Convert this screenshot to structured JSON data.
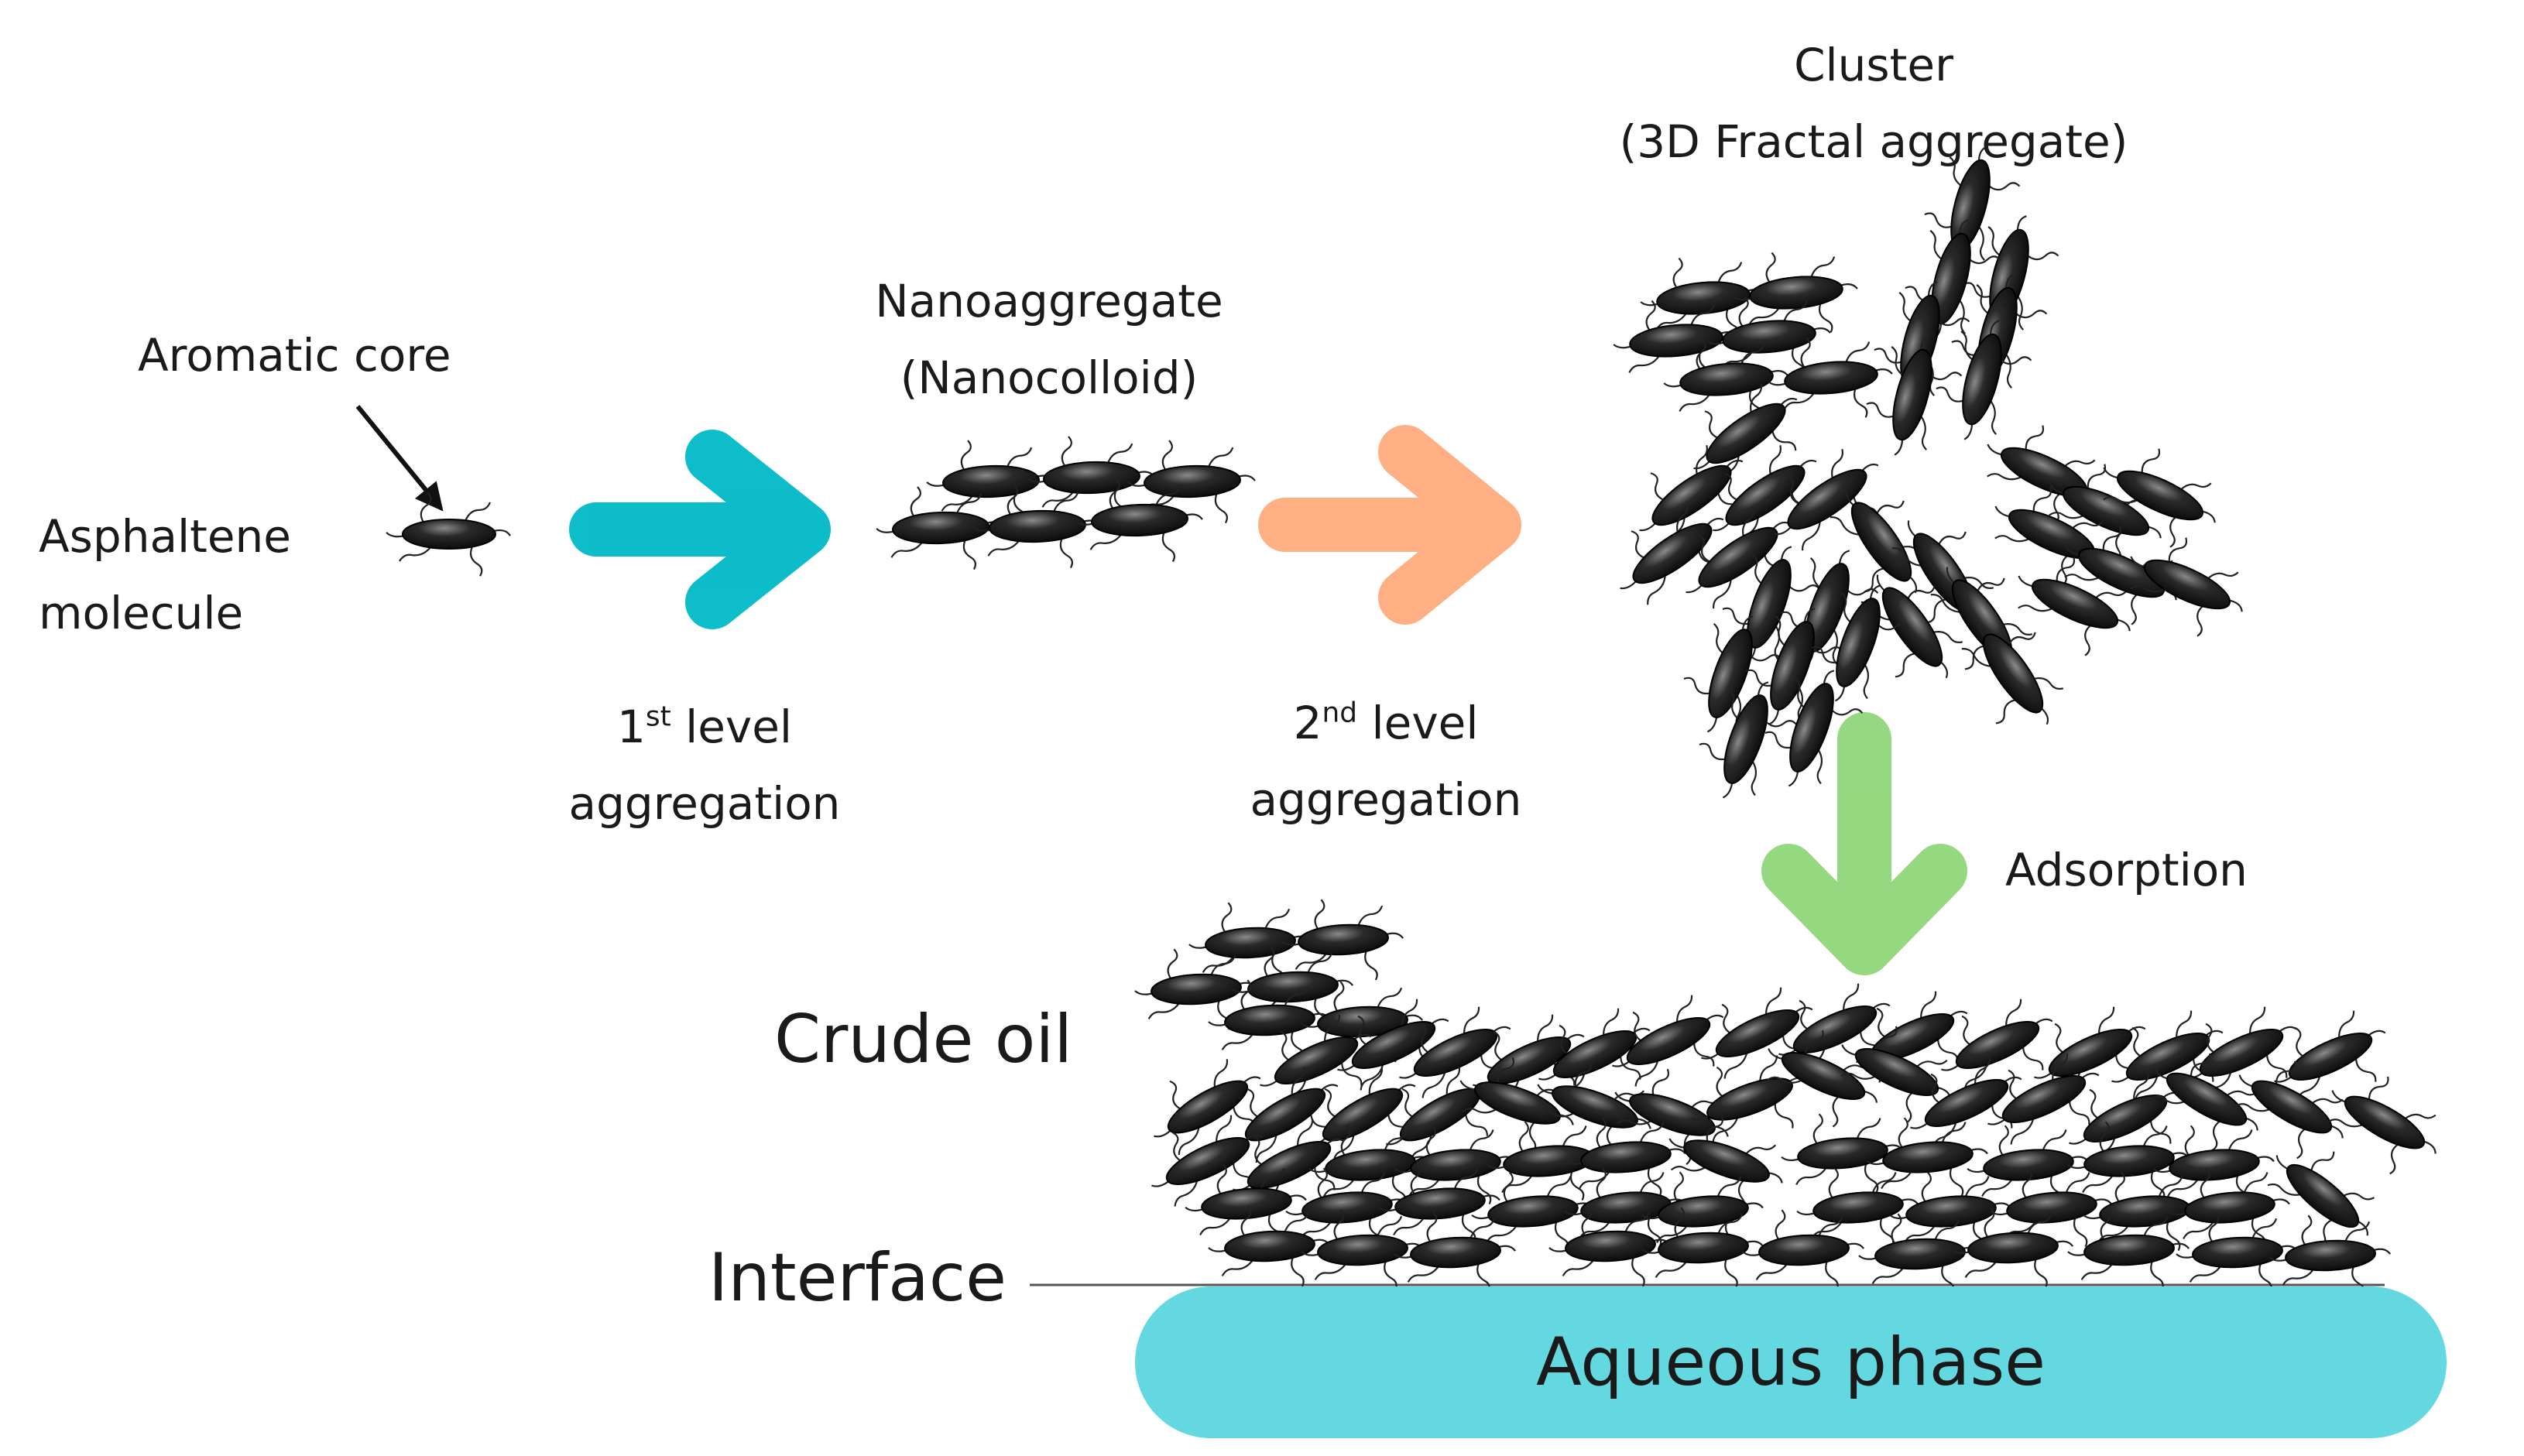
{
  "labels": {
    "aromatic_core": "Aromatic core",
    "asphaltene_line1": "Asphaltene",
    "asphaltene_line2": "molecule",
    "nano_line1": "Nanoaggregate",
    "nano_line2": "(Nanocolloid)",
    "cluster_line1": "Cluster",
    "cluster_line2": "(3D Fractal aggregate)",
    "level1_num": "1",
    "level1_sup": "st",
    "level1_word": " level",
    "level1_line2": "aggregation",
    "level2_num": "2",
    "level2_sup": "nd",
    "level2_word": " level",
    "level2_line2": "aggregation",
    "adsorption": "Adsorption",
    "crude_oil": "Crude oil",
    "interface": "Interface",
    "aqueous_phase": "Aqueous phase"
  },
  "colors": {
    "arrow1": "#00b9c6",
    "arrow2": "#ffab7c",
    "arrow3": "#8fd67a",
    "aqueous": "#63d8e0",
    "molecule": "#111111"
  }
}
